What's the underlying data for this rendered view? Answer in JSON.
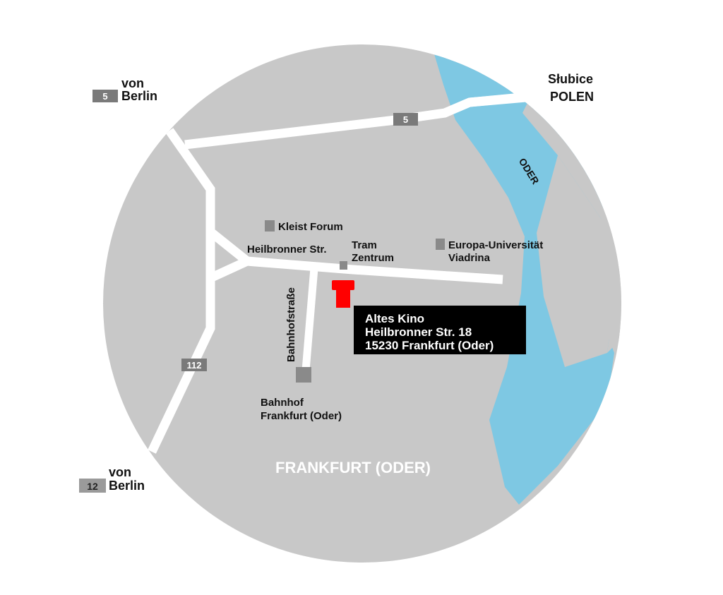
{
  "map": {
    "city_label": "FRANKFURT (ODER)",
    "river_label": "ODER",
    "border": {
      "town": "Słubice",
      "country": "POLEN"
    },
    "streets": {
      "heilbronner": "Heilbronner Str.",
      "bahnhofstrasse": "Bahnhofstraße"
    },
    "landmarks": {
      "kleist_forum": "Kleist Forum",
      "tram_line1": "Tram",
      "tram_line2": "Zentrum",
      "uni_line1": "Europa-Universität",
      "uni_line2": "Viadrina",
      "station_line1": "Bahnhof",
      "station_line2": "Frankfurt (Oder)"
    },
    "roads": {
      "b5_top": "5",
      "b112": "112"
    },
    "origins": [
      {
        "route": "5",
        "prefix": "von",
        "city": "Berlin"
      },
      {
        "route": "12",
        "prefix": "von",
        "city": "Berlin"
      }
    ],
    "venue": {
      "name": "Altes Kino",
      "street": "Heilbronner Str. 18",
      "city": "15230 Frankfurt (Oder)"
    },
    "colors": {
      "land": "#c8c8c8",
      "river": "#7ec8e3",
      "road": "#ffffff",
      "marker": "#ff0000",
      "landmark": "#8a8a8a",
      "address_box": "#000000"
    }
  }
}
